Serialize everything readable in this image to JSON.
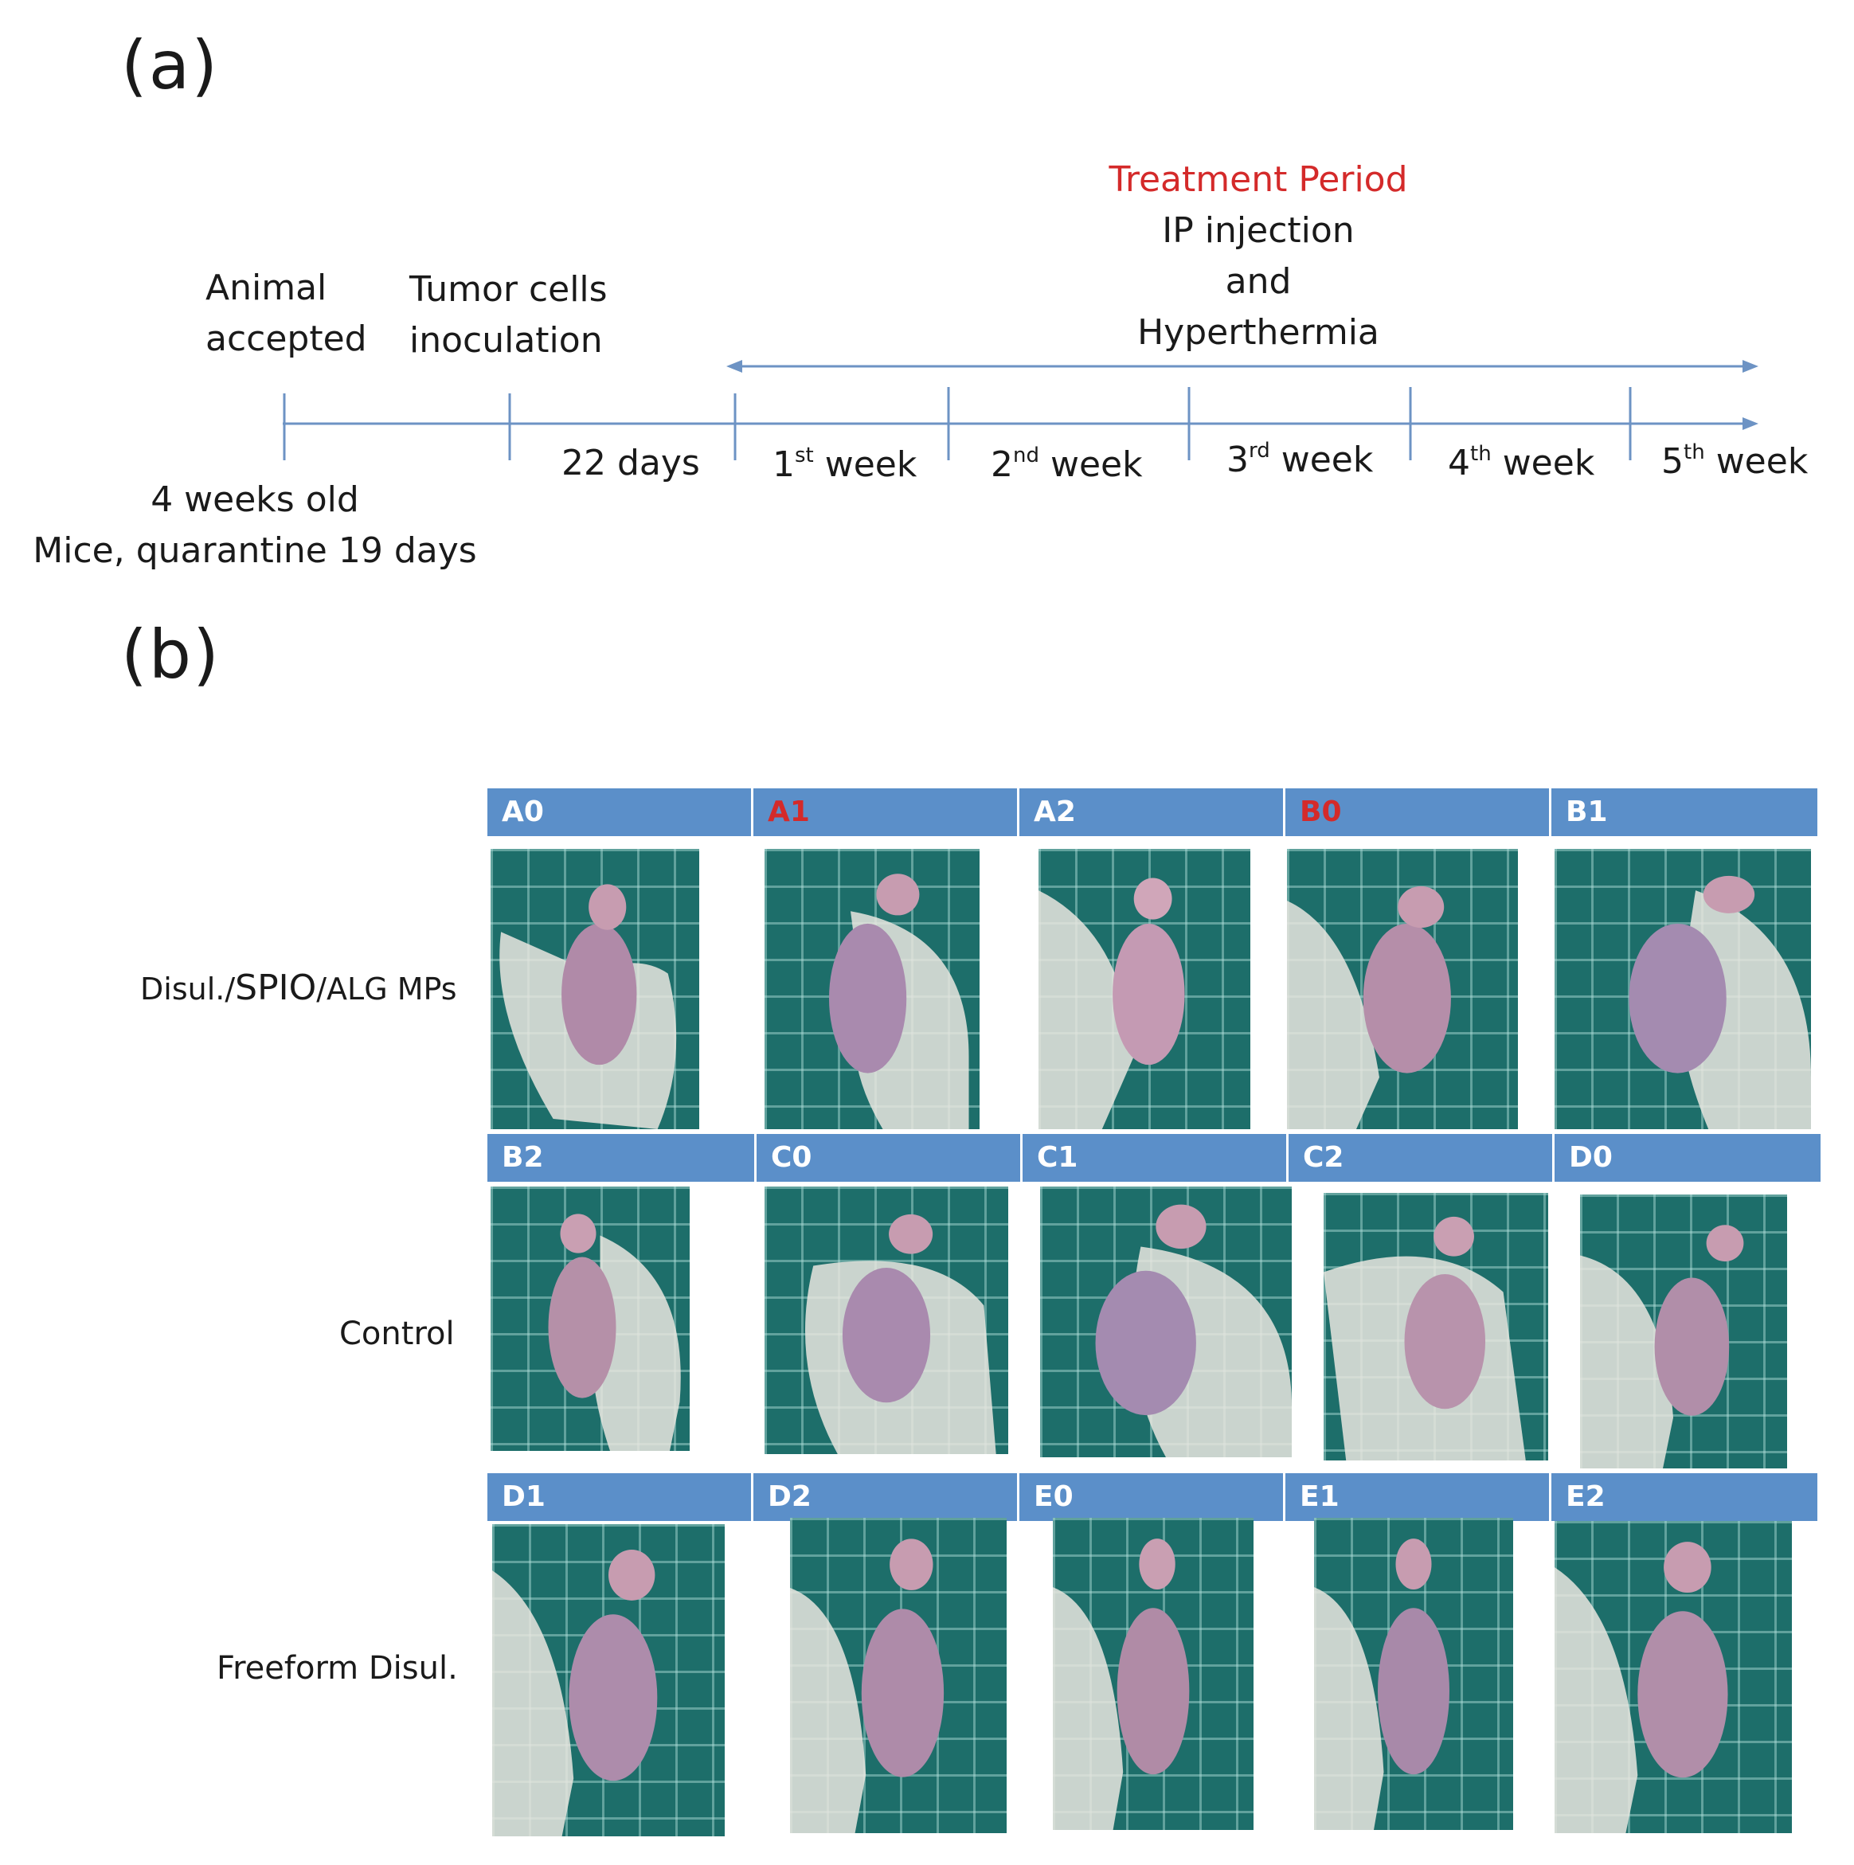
{
  "panels": {
    "a_label": "(a)",
    "b_label": "(b)"
  },
  "timeline": {
    "treatment_title": "Treatment Period",
    "treatment_line1": "IP injection",
    "treatment_line2": "and",
    "treatment_line3": "Hyperthermia",
    "animal_line1": "Animal",
    "animal_line2": "accepted",
    "tumor_line1": "Tumor cells",
    "tumor_line2": "inoculation",
    "mice_line1": "4 weeks old",
    "mice_line2": "Mice, quarantine 19 days",
    "days": "22 days",
    "weeks": [
      {
        "num": "1",
        "sup": "st",
        "word": "week"
      },
      {
        "num": "2",
        "sup": "nd",
        "word": "week"
      },
      {
        "num": "3",
        "sup": "rd",
        "word": "week"
      },
      {
        "num": "4",
        "sup": "th",
        "word": "week"
      },
      {
        "num": "5",
        "sup": "th",
        "word": "week"
      }
    ]
  },
  "groups": {
    "row1_label_a": "Disul./",
    "row1_label_b": "SPIO",
    "row1_label_c": "/ALG MPs",
    "row2_label": "Control",
    "row3_label": "Freeform Disul."
  },
  "headers": {
    "row1": [
      "A0",
      "A1",
      "A2",
      "B0",
      "B1"
    ],
    "row2": [
      "B2",
      "C0",
      "C1",
      "C2",
      "D0"
    ],
    "row3": [
      "D1",
      "D2",
      "E0",
      "E1",
      "E2"
    ]
  },
  "colors": {
    "header_bg": "#5b8fc9",
    "header_text": "#ffffff",
    "highlight_text": "#d42a2a",
    "timeline_line": "#6d93c4",
    "treatment_text": "#d42a2a"
  },
  "highlighted": [
    "A1",
    "B0"
  ]
}
